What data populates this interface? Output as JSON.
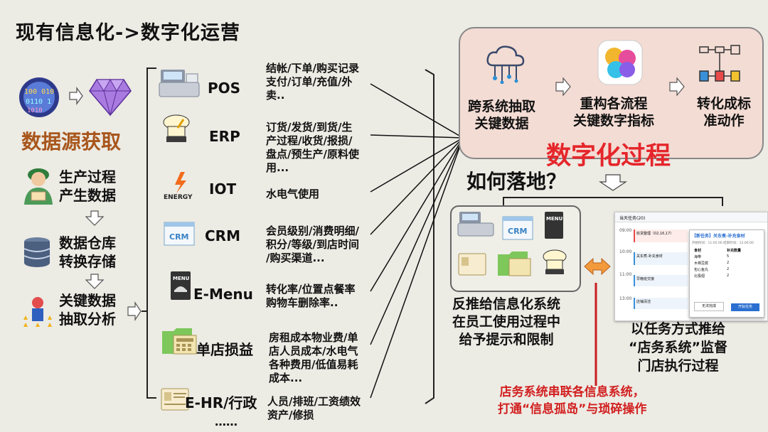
{
  "title": "现有信息化->数字化运营",
  "left": {
    "source_title": "数据源获取",
    "steps": [
      "生产过程\n产生数据",
      "数据仓库\n转换存储",
      "关键数据\n抽取分析"
    ]
  },
  "systems": [
    {
      "name": "POS",
      "desc": "结帐/下单/购买记录\n支付/订单/充值/外\n卖.."
    },
    {
      "name": "ERP",
      "desc": "订货/发货/到货/生\n产过程/收货/报损/\n盘点/预生产/原料使\n用..."
    },
    {
      "name": "IOT",
      "desc": "水电气使用"
    },
    {
      "name": "CRM",
      "desc": "会员级别/消费明细/\n积分/等级/到店时间\n/购买渠道..."
    },
    {
      "name": "E-Menu",
      "desc": "转化率/位置点餐率\n购物车删除率.."
    },
    {
      "name": "单店损益",
      "desc": "房租成本物业费/单\n店人员成本/水电气\n各种费用/低值易耗\n成本..."
    },
    {
      "name": "E-HR/行政",
      "desc": "人员/排班/工资绩效\n资产/修损"
    }
  ],
  "ellipsis": "……",
  "process": {
    "steps": [
      "跨系统抽取\n关键数据",
      "重构各流程\n关键数字指标",
      "转化成标\n准动作"
    ],
    "title": "数字化过程"
  },
  "landing": {
    "question": "如何落地？",
    "left_text": "反推给信息化系统\n在员工使用过程中\n给予提示和限制",
    "right_text": "以任务方式推给\n“店务系统”监督\n门店执行过程",
    "note": "店务系统串联各信息系统，\n打通“信息孤岛”与琐碎操作"
  },
  "icon_texts": {
    "energy": "ENERGY",
    "crm": "CRM",
    "menu": "MENU"
  },
  "task_panel": {
    "tab": "当天任务(20)",
    "popup_title": "【新任务】关东煮-补充食材",
    "popup_time": "开始时间：11:05:00  结束时间：12:00:00",
    "col1": "食材",
    "col2": "补充数量",
    "rows": [
      [
        "海带",
        "5"
      ],
      [
        "木棉豆腐",
        "2"
      ],
      [
        "包心鱼丸",
        "2"
      ],
      [
        "北极翅",
        "2"
      ]
    ],
    "btn_done": "无法完成",
    "btn_start": "开始任务",
    "times": [
      "09:00",
      "10:00",
      "11:00",
      "13:00"
    ],
    "tasks": [
      "收货整理（02,16,17）",
      "关东煮-补充食材",
      "早晚班交接",
      "店铺清洁"
    ]
  },
  "colors": {
    "accent": "#a8561c",
    "red": "#e5262b",
    "pink_box": "#f3dcd4",
    "bg": "#ecebe4"
  }
}
